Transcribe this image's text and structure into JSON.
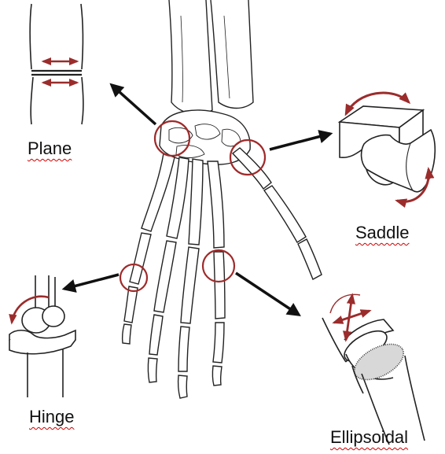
{
  "labels": {
    "plane": "Plane",
    "saddle": "Saddle",
    "hinge": "Hinge",
    "ellipsoidal": "Ellipsoidal"
  },
  "colors": {
    "ink": "#111111",
    "joint_circle": "#a02a2a",
    "motion_arrow": "#9b2c2c",
    "spellcheck_underline": "#d00000"
  },
  "icons": {
    "plane": "plane-joint-sketch",
    "saddle": "saddle-joint-sketch",
    "hinge": "hinge-joint-sketch",
    "ellipsoidal": "ellipsoidal-joint-sketch",
    "hand": "hand-skeleton-sketch"
  }
}
